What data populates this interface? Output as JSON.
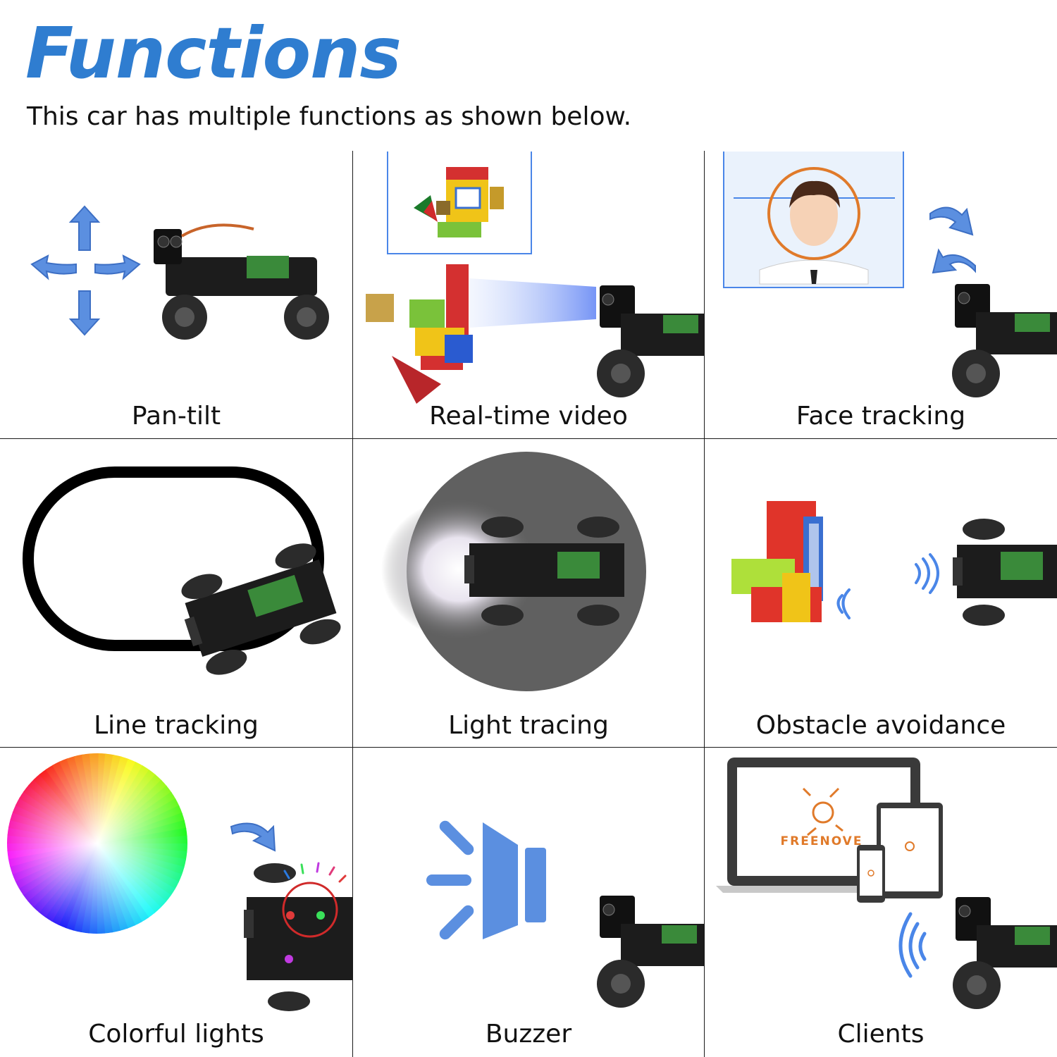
{
  "title": "Functions",
  "subtitle": "This car has multiple functions as shown below.",
  "accent_color": "#2f7dd0",
  "icon_color": "#4a86e8",
  "functions": [
    {
      "label": "Pan-tilt",
      "icon": "pan-tilt-arrows-icon"
    },
    {
      "label": "Real-time video",
      "icon": "camera-video-icon"
    },
    {
      "label": "Face tracking",
      "icon": "face-frame-icon"
    },
    {
      "label": "Line tracking",
      "icon": "track-loop-icon"
    },
    {
      "label": "Light tracing",
      "icon": "light-spot-icon"
    },
    {
      "label": "Obstacle avoidance",
      "icon": "obstacle-blocks-icon"
    },
    {
      "label": "Colorful lights",
      "icon": "color-wheel-icon"
    },
    {
      "label": "Buzzer",
      "icon": "speaker-icon"
    },
    {
      "label": "Clients",
      "icon": "devices-icon"
    }
  ],
  "brand_text": "FREENOVE"
}
